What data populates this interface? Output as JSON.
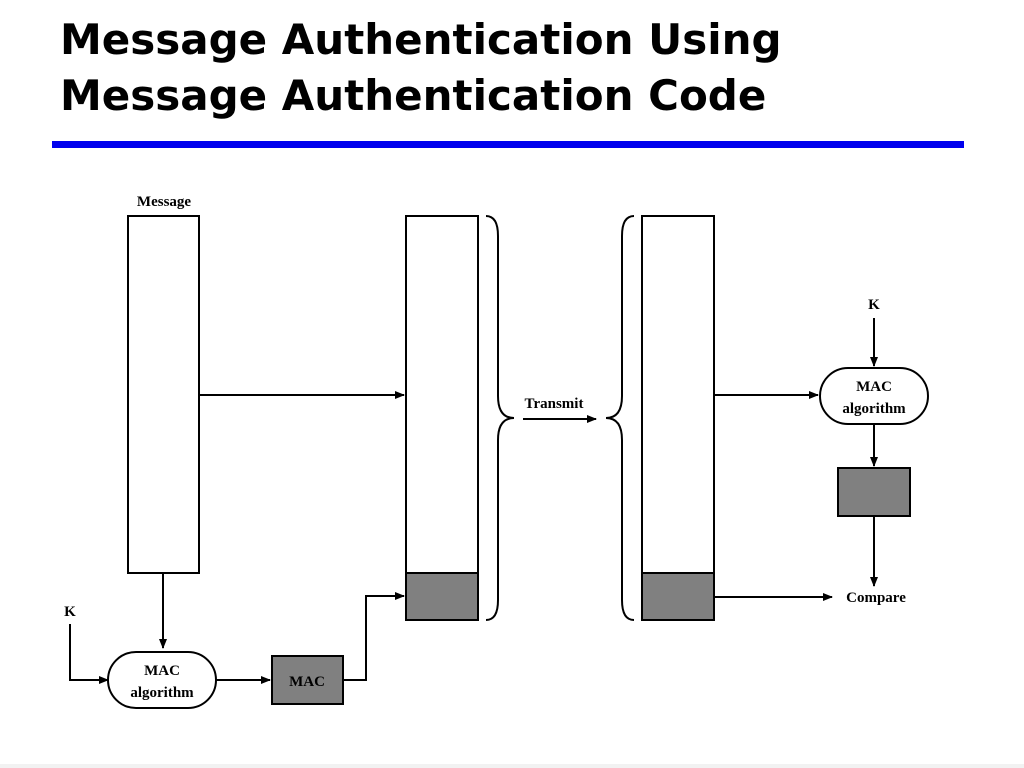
{
  "slide": {
    "title_line1": "Message Authentication Using",
    "title_line2": "Message Authentication Code",
    "rule_color": "#0000ee"
  },
  "diagram": {
    "sender": {
      "message_label": "Message",
      "key_label": "K",
      "mac_algorithm_line1": "MAC",
      "mac_algorithm_line2": "algorithm",
      "mac_box_label": "MAC"
    },
    "channel": {
      "transmit_label": "Transmit"
    },
    "receiver": {
      "key_label": "K",
      "mac_algorithm_line1": "MAC",
      "mac_algorithm_line2": "algorithm",
      "compare_label": "Compare"
    },
    "mac_fill_color": "#808080"
  }
}
